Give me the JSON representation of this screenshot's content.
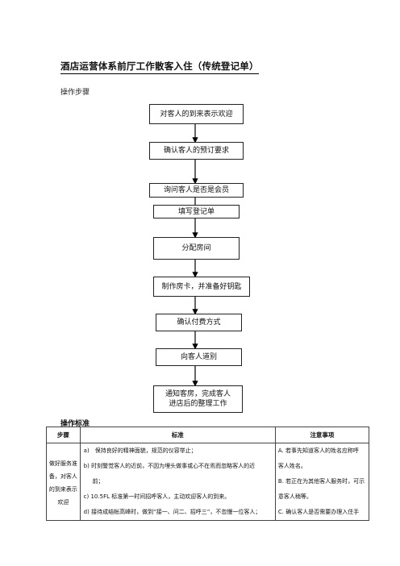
{
  "title": "酒店运营体系前厅工作散客入住（传统登记单）",
  "section_steps": "操作步骤",
  "flow": [
    "对客人的到来表示欢迎",
    "确认客人的预订要求",
    "询问客人是否是会员",
    "填写登记单",
    "分配房间",
    "制作房卡，并准备好钥匙",
    "确认付费方式",
    "向客人道别",
    "通知客房，完成客人进店后的整理工作"
  ],
  "section_standard": "操作标准",
  "table": {
    "headers": [
      "步骤",
      "标准",
      "注意事项"
    ],
    "step": "做好服务准备，对客人的到来表示欢迎",
    "standards": [
      "a)　保持良好的精神面貌，规范的仪容举止；",
      "b) 时刻警觉客人的近前，不因为埋头做事或心不在焉而忽略客人的近",
      "前；",
      "c) 10.5FL 标准第一时间招呼客人，主动欢迎客人的到来。",
      "d) 接待成结帐高峰时，做到“接一、问二、招呼三”，不忽慢一位客人；"
    ],
    "notes": [
      "A. 若事先知道客人的姓名应称呼",
      "客人姓名。",
      "B. 若正在为其他客人服务时，可示",
      "意客人稍等。",
      "C. 确认客人是否需要办理入住手"
    ]
  }
}
